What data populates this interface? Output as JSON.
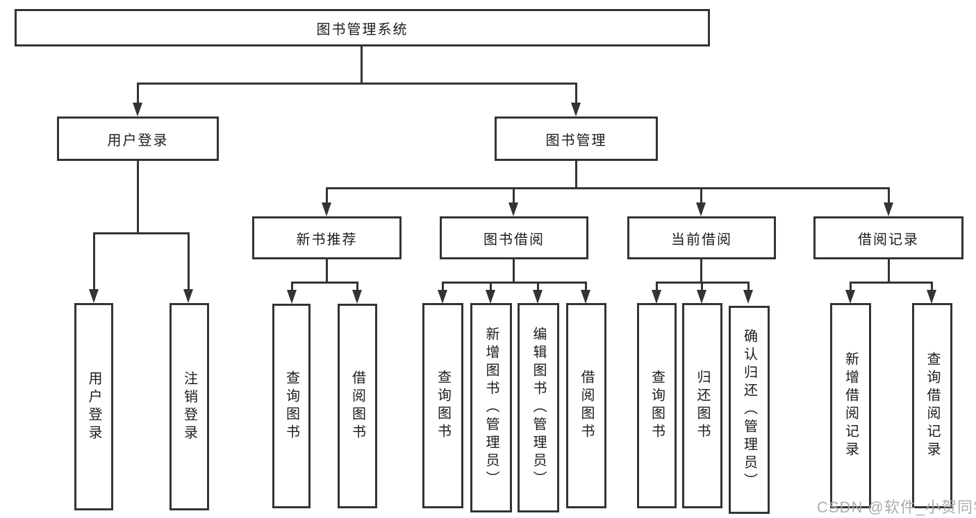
{
  "colors": {
    "line": "#333333",
    "text": "#1c1c1c",
    "box_background": "#ffffff",
    "page_background": "#ffffff",
    "watermark": "#a8a8a8"
  },
  "diagram": {
    "root": {
      "label": "图书管理系统"
    },
    "level2": {
      "user_login": {
        "label": "用户登录"
      },
      "book_management": {
        "label": "图书管理"
      }
    },
    "level3": {
      "new_book_recommend": {
        "label": "新书推荐"
      },
      "book_borrow": {
        "label": "图书借阅"
      },
      "current_borrow": {
        "label": "当前借阅"
      },
      "borrow_records": {
        "label": "借阅记录"
      }
    },
    "leaves": {
      "user_login": [
        "用户登录",
        "注销登录"
      ],
      "new_book_recommend": [
        "查询图书",
        "借阅图书"
      ],
      "book_borrow": [
        "查询图书",
        "新增图书（管理员）",
        "编辑图书（管理员）",
        "借阅图书"
      ],
      "current_borrow": [
        "查询图书",
        "归还图书",
        "确认归还（管理员）"
      ],
      "borrow_records": [
        "新增借阅记录",
        "查询借阅记录"
      ]
    }
  },
  "watermark": {
    "text": "CSDN @软件_小贺同学"
  }
}
